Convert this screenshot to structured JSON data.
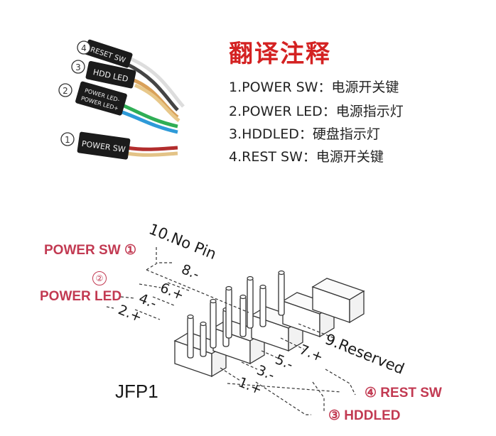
{
  "panel": {
    "title": "翻译注释",
    "lines": [
      "1.POWER SW：电源开关键",
      "2.POWER LED：电源指示灯",
      "3.HDDLED：硬盘指示灯",
      "4.REST SW：电源开关键"
    ]
  },
  "connectors": {
    "markers": [
      "④",
      "③",
      "②",
      "①"
    ],
    "plug_labels": [
      "RESET SW",
      "HDD LED",
      "POWER LED-",
      "POWER LED+",
      "POWER SW"
    ]
  },
  "header": {
    "name": "JFP1",
    "top_pins": [
      "10.No Pin",
      "8.-",
      "6.+",
      "4.-",
      "2.+"
    ],
    "bottom_pins": [
      "9.Reserved",
      "7.+",
      "5.-",
      "3.-",
      "1.+"
    ]
  },
  "callouts": {
    "power_sw": "POWER SW ①",
    "power_led": "POWER LED",
    "power_led_marker": "②",
    "rest_sw": "④ REST SW",
    "hddled": "③ HDDLED"
  },
  "colors": {
    "accent_red": "#d42222",
    "callout_red": "#c23a52"
  }
}
